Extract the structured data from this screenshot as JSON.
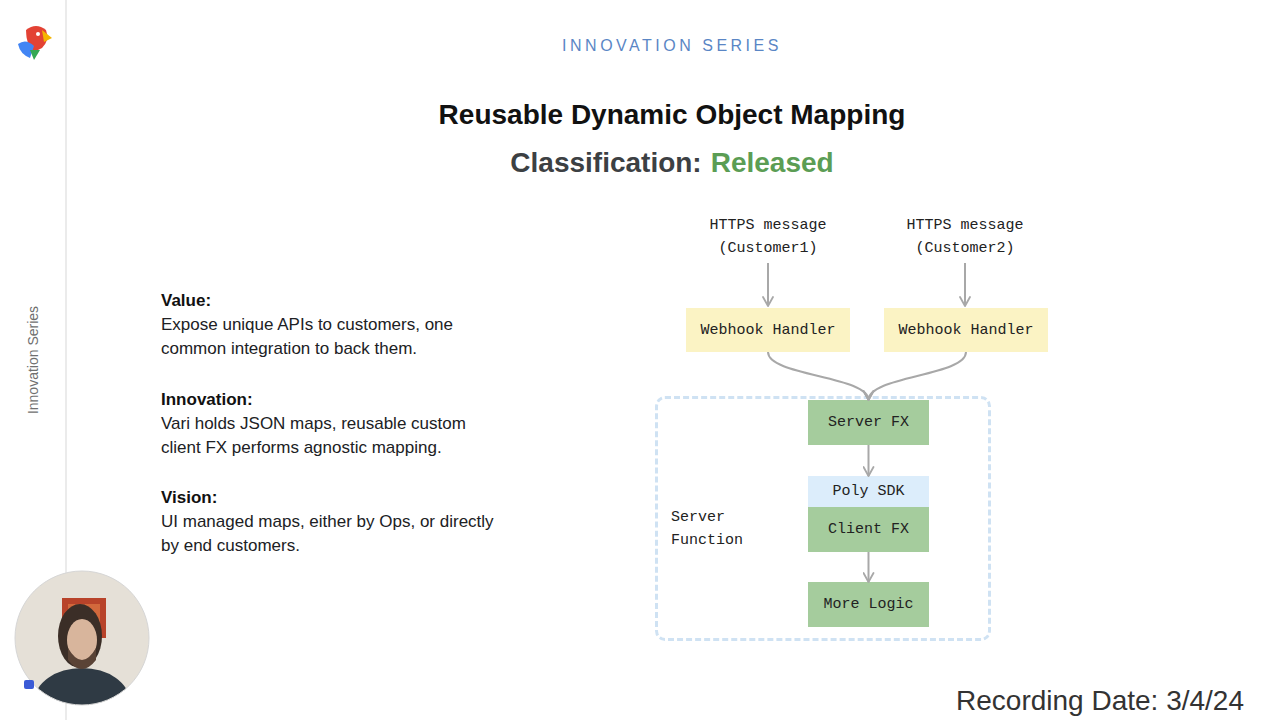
{
  "diagram": {
    "title": "Reusable Dynamic Object Mapping",
    "nodes": [
      {
        "text": [
          "Webhook Handler"
        ]
      },
      {
        "text": [
          "Webhook Handler"
        ]
      },
      {
        "text": [
          "Server Function"
        ]
      },
      {
        "text": [
          "Server FX"
        ],
        "in": 2
      },
      {
        "text": [
          "Poly SDK"
        ],
        "in": 2
      },
      {
        "text": [
          "Client FX"
        ],
        "in": 2
      },
      {
        "text": [
          "More Logic"
        ],
        "in": 2
      }
    ],
    "edges": [
      {
        "from": 0,
        "to": 3,
        "arrow": "to"
      },
      {
        "from": 1,
        "to": 3,
        "arrow": "to"
      },
      {
        "from": 3,
        "to": 4,
        "arrow": "to"
      },
      {
        "from": 5,
        "to": 6,
        "arrow": "to"
      }
    ],
    "labels": [
      "INNOVATION SERIES",
      "Classification:",
      "Released",
      "Innovation Series",
      "Value:",
      "Expose unique APIs to customers, one common integration to back them.",
      "Innovation:",
      "Vari holds JSON maps, reusable custom client FX performs agnostic mapping.",
      "Vision:",
      "UI managed maps, either by Ops, or directly by end customers.",
      "HTTPS message (Customer1)",
      "HTTPS message (Customer2)",
      "Recording Date: 3/4/24"
    ]
  }
}
